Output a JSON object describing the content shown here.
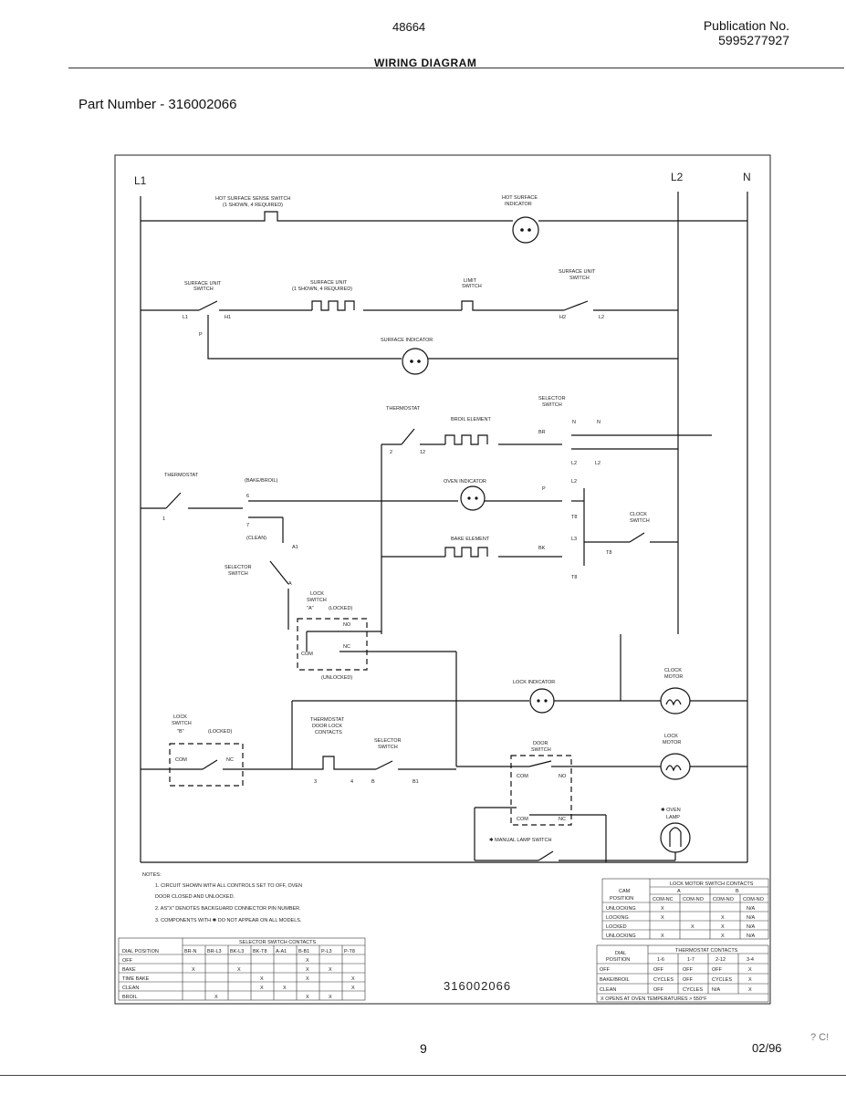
{
  "header": {
    "model": "48664",
    "publication_label": "Publication No.",
    "publication_number": "5995277927",
    "title": "WIRING DIAGRAM",
    "part_number": "Part Number - 316002066"
  },
  "footer": {
    "page": "9",
    "date": "02/96",
    "margin_mark": "? C!"
  },
  "diagram": {
    "lines": {
      "l1": "L1",
      "l2": "L2",
      "n": "N"
    },
    "hot_surface_sense_switch": {
      "title": "HOT SURFACE SENSE SWITCH",
      "subtitle": "(1 SHOWN, 4 REQUIRED)"
    },
    "hot_surface_indicator": {
      "title": "HOT SURFACE",
      "subtitle": "INDICATOR"
    },
    "surface_unit_switch_left": {
      "title": "SURFACE UNIT",
      "subtitle": "SWITCH",
      "t_l1": "L1",
      "t_h1": "H1",
      "t_p": "P"
    },
    "surface_unit": {
      "title": "SURFACE UNIT",
      "subtitle": "(1 SHOWN, 4 REQUIRED)"
    },
    "limit_switch": {
      "title": "LIMIT",
      "subtitle": "SWITCH"
    },
    "surface_unit_switch_right": {
      "title": "SURFACE UNIT",
      "subtitle": "SWITCH",
      "t_h2": "H2",
      "t_l2": "L2"
    },
    "surface_indicator": "SURFACE INDICATOR",
    "thermostat_upper": {
      "title": "THERMOSTAT",
      "t2": "2",
      "t12": "12"
    },
    "broil_element": "BROIL ELEMENT",
    "selector_switch_upper": {
      "title": "SELECTOR",
      "subtitle": "SWITCH",
      "br": "BR",
      "n1": "N",
      "n2": "N",
      "l2a": "L2",
      "l2b": "L2",
      "l2c": "L2",
      "p": "P",
      "t8a": "T8",
      "l3": "L3",
      "bk": "BK",
      "t8b": "T8"
    },
    "thermostat_left": {
      "title": "THERMOSTAT",
      "t1": "1",
      "bake_broil": "(BAKE/BROIL)",
      "t6": "6",
      "t7": "7",
      "clean": "(CLEAN)",
      "a1": "A1",
      "a": "A"
    },
    "oven_indicator": "OVEN INDICATOR",
    "bake_element": "BAKE ELEMENT",
    "clock_switch": {
      "title": "CLOCK",
      "subtitle": "SWITCH",
      "t8": "T8"
    },
    "selector_switch_left": {
      "title": "SELECTOR",
      "subtitle": "SWITCH"
    },
    "lock_switch_a": {
      "title": "LOCK",
      "subtitle": "SWITCH",
      "sub2": "\"A\"",
      "locked": "(LOCKED)",
      "no": "NO",
      "com": "COM",
      "nc": "NC",
      "unlocked": "(UNLOCKED)"
    },
    "lock_indicator": "LOCK INDICATOR",
    "clock_motor": {
      "title": "CLOCK",
      "subtitle": "MOTOR"
    },
    "lock_switch_b": {
      "title": "LOCK",
      "subtitle": "SWITCH",
      "sub2": "\"B\"",
      "locked": "(LOCKED)",
      "com": "COM",
      "nc": "NC"
    },
    "thermostat_door_lock": {
      "title": "THERMOSTAT",
      "subtitle": "DOOR LOCK",
      "sub2": "CONTACTS",
      "t3": "3",
      "t4": "4"
    },
    "selector_switch_lower": {
      "title": "SELECTOR",
      "subtitle": "SWITCH",
      "b": "B",
      "b1": "B1"
    },
    "door_switch": {
      "title": "DOOR",
      "subtitle": "SWITCH",
      "com1": "COM",
      "no1": "NO",
      "com2": "COM",
      "nc2": "NC"
    },
    "lock_motor": {
      "title": "LOCK",
      "subtitle": "MOTOR"
    },
    "oven_lamp": {
      "title": "✱ OVEN",
      "subtitle": "LAMP"
    },
    "manual_lamp_switch": "✱ MANUAL LAMP SWITCH"
  },
  "notes": {
    "heading": "NOTES:",
    "items": [
      "1.  CIRCUIT SHOWN WITH ALL CONTROLS SET TO OFF, OVEN",
      "     DOOR CLOSED AND UNLOCKED.",
      "2.  AS\"X\" DENOTES BACKGUARD CONNECTOR PIN NUMBER.",
      "3.  COMPONENTS WITH ✱ DO NOT APPEAR ON ALL MODELS."
    ]
  },
  "lock_motor_table": {
    "title": "LOCK MOTOR SWITCH CONTACTS",
    "cam_header": "CAM",
    "position_header": "POSITION",
    "group_a": "A",
    "group_b": "B",
    "columns": [
      "COM-NC",
      "COM-NO",
      "COM-NO",
      "COM-NO"
    ],
    "rows": [
      {
        "label": "UNLOCKING",
        "cells": [
          "X",
          "",
          "",
          "N/A"
        ]
      },
      {
        "label": "LOCKING",
        "cells": [
          "X",
          "",
          "X",
          "N/A"
        ]
      },
      {
        "label": "LOCKED",
        "cells": [
          "",
          "X",
          "X",
          "N/A"
        ]
      },
      {
        "label": "UNLOCKING",
        "cells": [
          "X",
          "",
          "X",
          "N/A"
        ]
      }
    ]
  },
  "thermostat_table": {
    "title": "THERMOSTAT CONTACTS",
    "dial_header": "DIAL",
    "position_header": "POSITION",
    "columns": [
      "1-6",
      "1-7",
      "2-12",
      "3-4"
    ],
    "rows": [
      {
        "label": "OFF",
        "cells": [
          "OFF",
          "OFF",
          "OFF",
          "X"
        ]
      },
      {
        "label": "BAKE/BROIL",
        "cells": [
          "CYCLES",
          "OFF",
          "CYCLES",
          "X"
        ]
      },
      {
        "label": "CLEAN",
        "cells": [
          "OFF",
          "CYCLES",
          "N/A",
          "X"
        ]
      }
    ],
    "footnote": "X  OPENS AT OVEN TEMPERATURES > 550°F"
  },
  "selector_table": {
    "title": "SELECTOR SWITCH CONTACTS",
    "dial_header": "DIAL POSITION",
    "columns": [
      "BR-N",
      "BR-L3",
      "BK-L3",
      "BK-T8",
      "A-A1",
      "B-B1",
      "P-L3",
      "P-T8"
    ],
    "rows": [
      {
        "label": "OFF",
        "cells": [
          "",
          "",
          "",
          "",
          "",
          "X",
          "",
          ""
        ]
      },
      {
        "label": "BAKE",
        "cells": [
          "X",
          "",
          "X",
          "",
          "",
          "X",
          "X",
          ""
        ]
      },
      {
        "label": "TIME BAKE",
        "cells": [
          "",
          "",
          "",
          "X",
          "",
          "X",
          "",
          "X"
        ]
      },
      {
        "label": "CLEAN",
        "cells": [
          "",
          "",
          "",
          "X",
          "X",
          "",
          "",
          "X"
        ]
      },
      {
        "label": "BROIL",
        "cells": [
          "",
          "X",
          "",
          "",
          "",
          "X",
          "X",
          ""
        ]
      }
    ]
  },
  "diagram_part_number": "316002066"
}
